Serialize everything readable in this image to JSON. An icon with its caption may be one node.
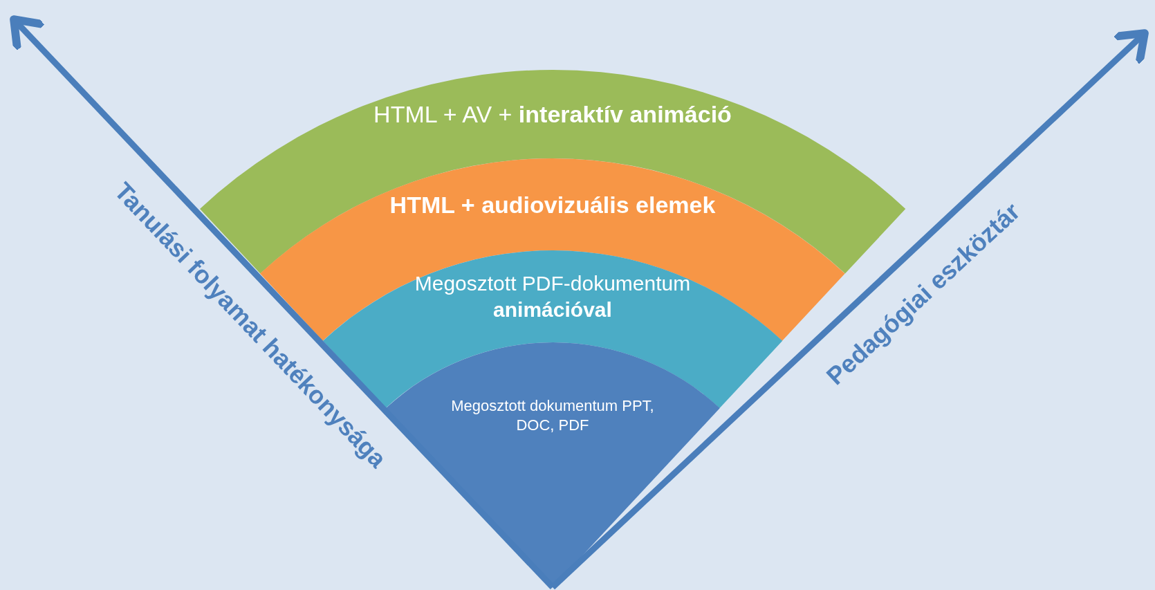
{
  "diagram": {
    "nodes": [
      {
        "text": [
          "HTML + AV + **interaktív animáció**"
        ]
      },
      {
        "text": [
          "HTML + audiovizuális elemek"
        ]
      },
      {
        "text": [
          "Megosztott PDF-dokumentum **animációval**"
        ]
      },
      {
        "text": [
          "Megosztott dokumentum PPT, DOC, PDF"
        ]
      }
    ],
    "edges": [],
    "labels": [
      "Tanulási folyamat hatékonysága",
      "Pedagógiai eszköztár"
    ]
  }
}
